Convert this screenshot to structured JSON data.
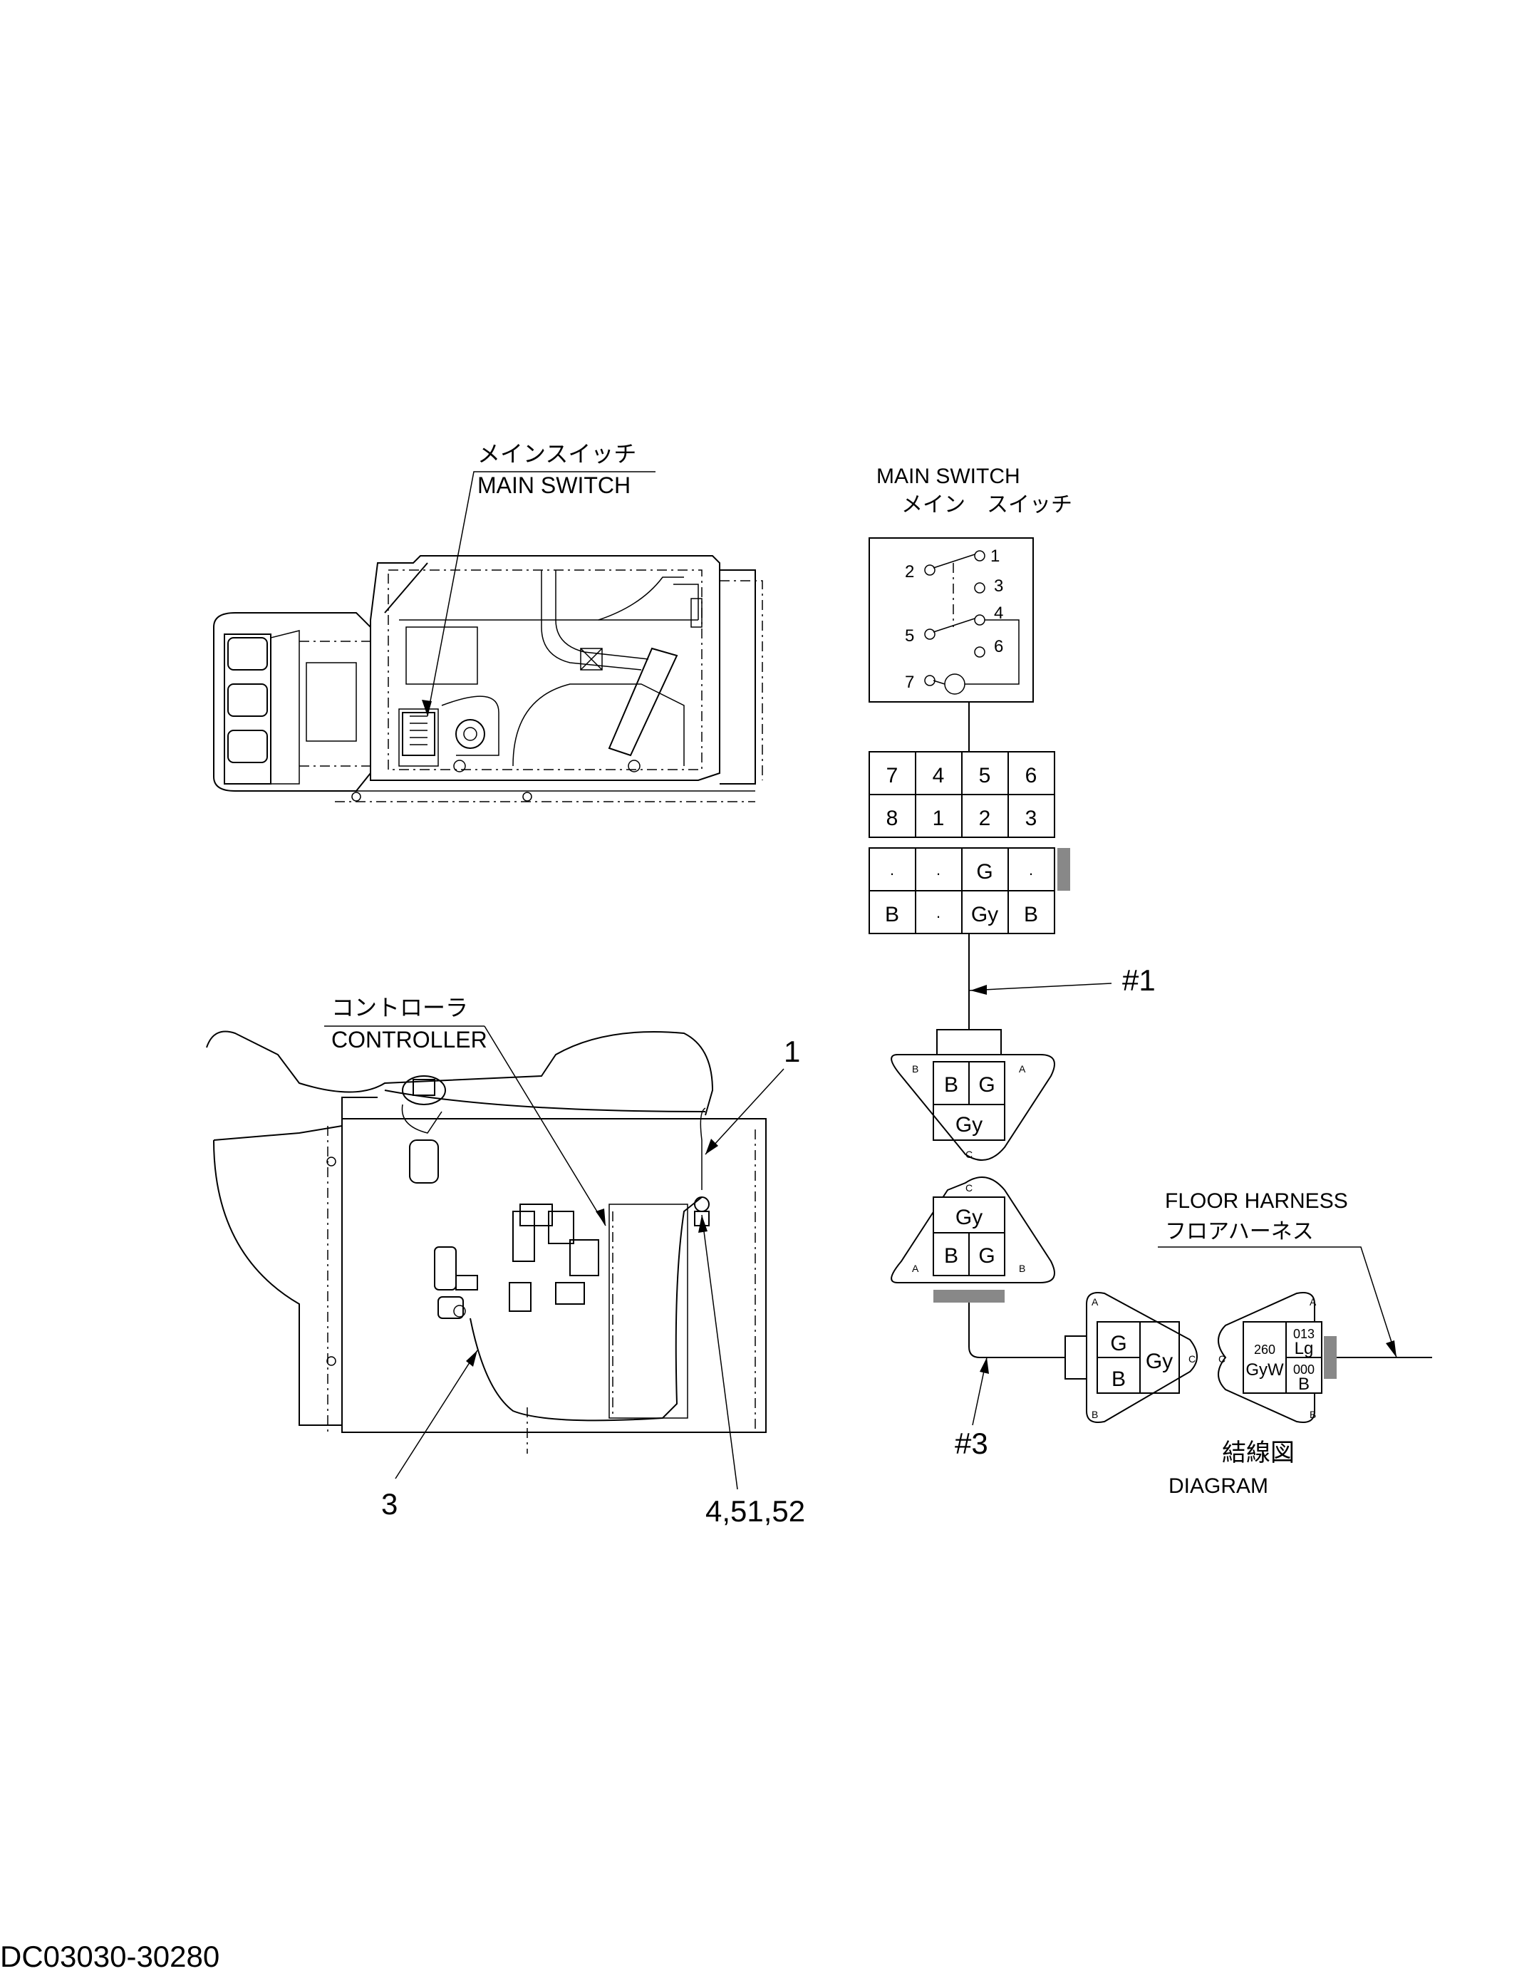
{
  "drawing": {
    "main_switch_callout_jp": "メインスイッチ",
    "main_switch_callout_en": "MAIN SWITCH",
    "controller_callout_jp": "コントローラ",
    "controller_callout_en": "CONTROLLER",
    "part_numbers": {
      "p1": "1",
      "p3": "3",
      "p4": "4,51,52"
    }
  },
  "schematic": {
    "title_en": "MAIN SWITCH",
    "title_jp": "メイン　スイッチ",
    "switch_terminals": [
      "1",
      "2",
      "3",
      "4",
      "5",
      "6",
      "7"
    ],
    "pin_grid": [
      [
        "7",
        "4",
        "5",
        "6"
      ],
      [
        "8",
        "1",
        "2",
        "3"
      ]
    ],
    "color_grid": [
      [
        "·",
        "·",
        "G",
        "·"
      ],
      [
        "B",
        "·",
        "Gy",
        "B"
      ]
    ],
    "harness_label_1": "#1",
    "harness_label_3": "#3",
    "connector_top": {
      "cells": [
        "B",
        "G",
        "Gy"
      ],
      "letters": [
        "B",
        "A",
        "C"
      ]
    },
    "connector_mid": {
      "cells": [
        "Gy",
        "B",
        "G"
      ],
      "letters": [
        "C",
        "A",
        "B"
      ]
    },
    "connector_left": {
      "cells": [
        "G",
        "B",
        "Gy"
      ],
      "letters": [
        "A",
        "B",
        "C"
      ]
    },
    "connector_right": {
      "cells": [
        "260",
        "GyW",
        "013",
        "Lg",
        "000",
        "B"
      ],
      "letters": [
        "C",
        "A",
        "B"
      ]
    },
    "floor_harness_en": "FLOOR HARNESS",
    "floor_harness_jp": "フロアハーネス",
    "diagram_jp": "結線図",
    "diagram_en": "DIAGRAM"
  },
  "footer": {
    "doc_code": "DC03030-30280"
  }
}
